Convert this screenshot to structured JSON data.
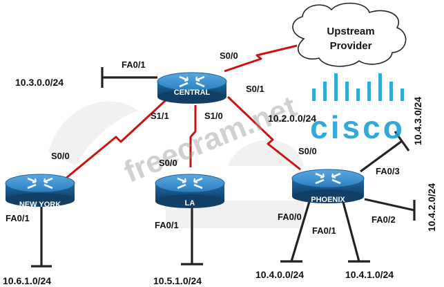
{
  "cloud": {
    "line1": "Upstream",
    "line2": "Provider"
  },
  "routers": {
    "central": "CENTRAL",
    "newyork": "NEW YORK",
    "la": "LA",
    "phoenix": "PHOENIX"
  },
  "networks": {
    "n1": "10.3.0.0/24",
    "n2": "10.2.0.0/24",
    "n3": "10.6.1.0/24",
    "n4": "10.5.1.0/24",
    "n5": "10.4.0.0/24",
    "n6": "10.4.1.0/24",
    "n7": "10.4.2.0/24",
    "n8": "10.4.3.0/24"
  },
  "ports": {
    "central_fa01": "FA0/1",
    "central_s00": "S0/0",
    "central_s01": "S0/1",
    "central_s11": "S1/1",
    "central_s10": "S1/0",
    "ny_s00": "S0/0",
    "ny_fa01": "FA0/1",
    "la_s00": "S0/0",
    "la_fa01": "FA0/1",
    "ph_s00": "S0/0",
    "ph_fa03": "FA0/3",
    "ph_fa02": "FA0/2",
    "ph_fa00": "FA0/0",
    "ph_fa01": "FA0/1"
  },
  "watermarks": {
    "site": "freecram.net",
    "brand": "cisco"
  },
  "colors": {
    "router": "#2a7fc1",
    "router_dark": "#14507f",
    "link": "#cc1111",
    "lan": "#222222",
    "cisco": "#1ba0d7"
  }
}
